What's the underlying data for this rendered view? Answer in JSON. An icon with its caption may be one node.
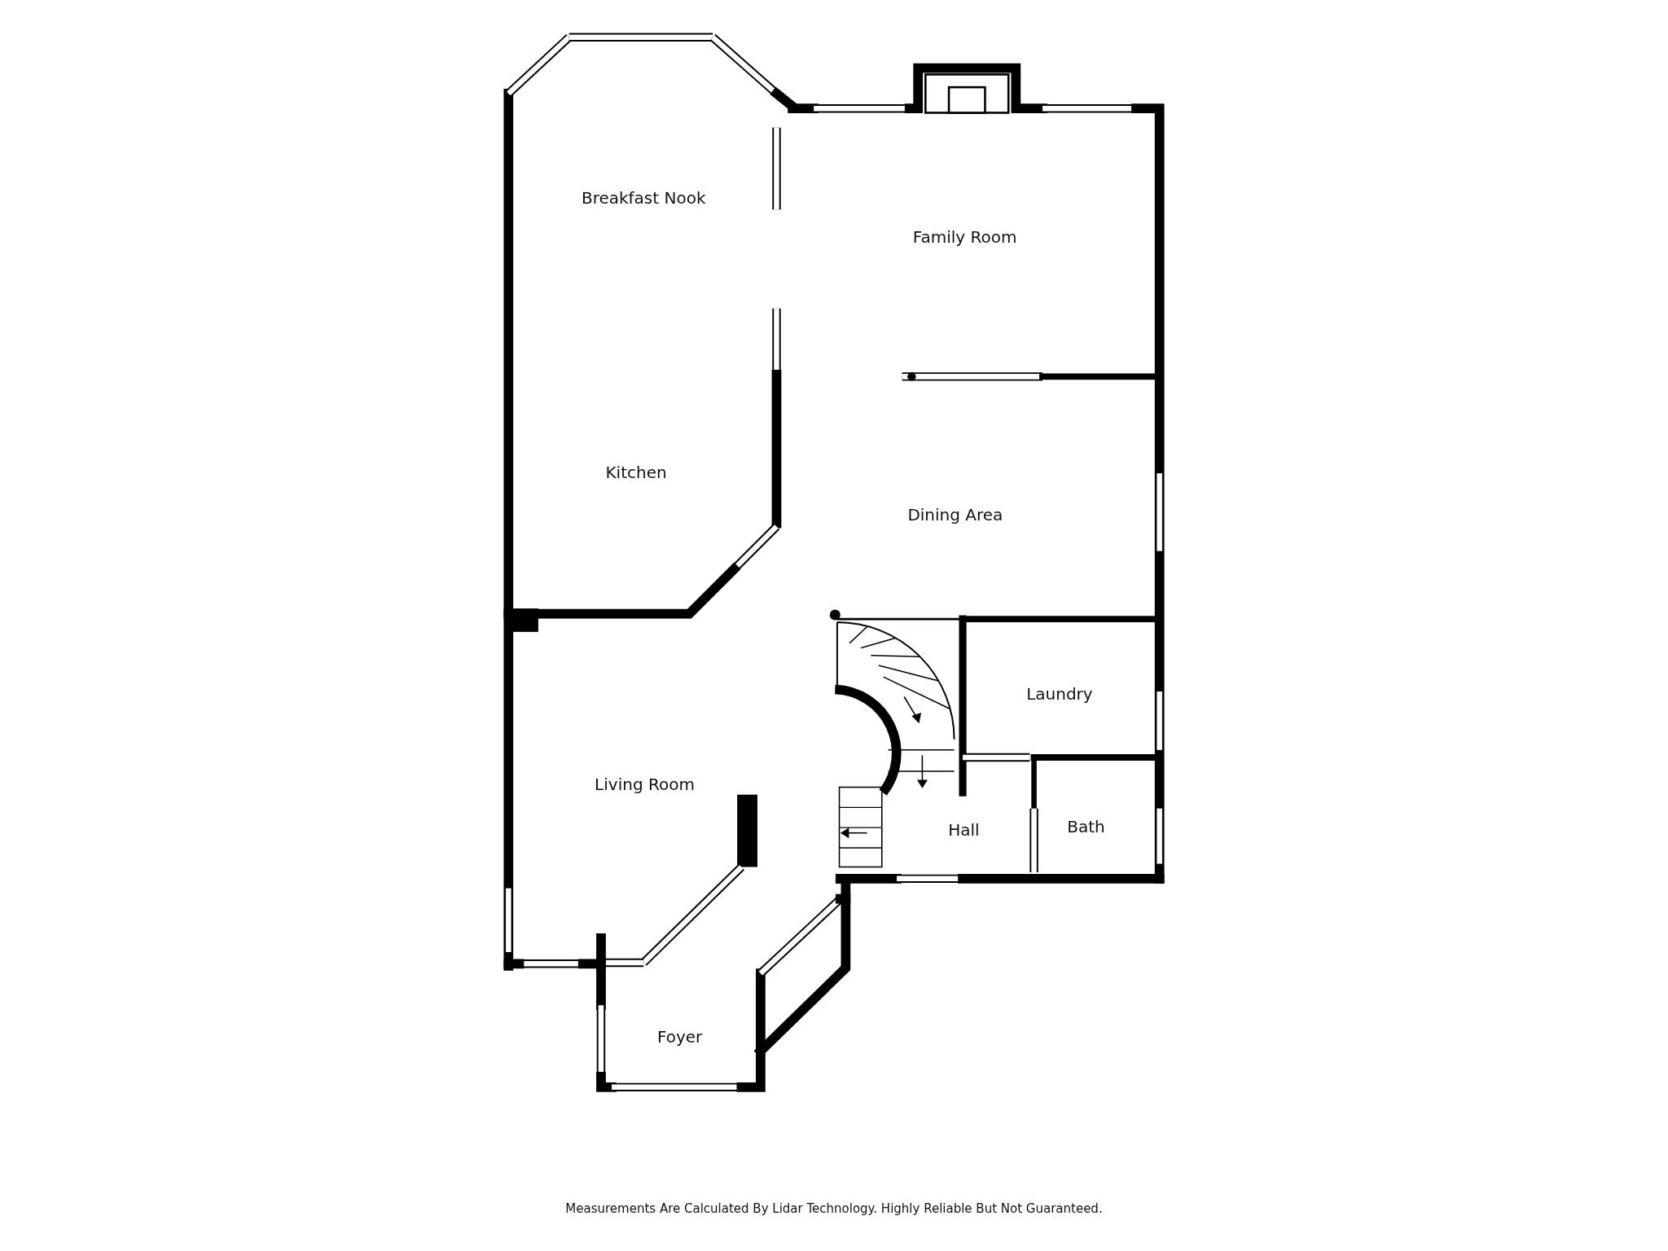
{
  "diagram": {
    "caption": "Measurements Are Calculated By Lidar Technology. Highly Reliable But Not Guaranteed.",
    "labels": [
      "Breakfast Nook",
      "Family Room",
      "Kitchen",
      "Dining Area",
      "Laundry",
      "Living Room",
      "Hall",
      "Bath",
      "Foyer"
    ]
  }
}
